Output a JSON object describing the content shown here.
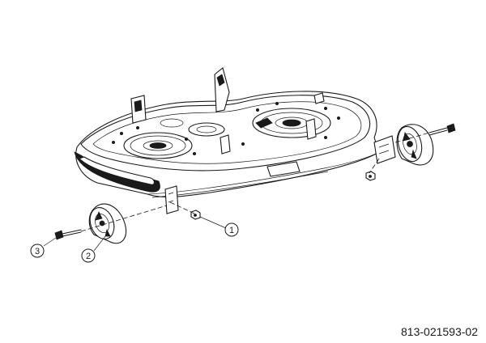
{
  "callouts": [
    {
      "label": "1"
    },
    {
      "label": "2"
    },
    {
      "label": "3"
    }
  ],
  "part_number": "813-021593-02"
}
